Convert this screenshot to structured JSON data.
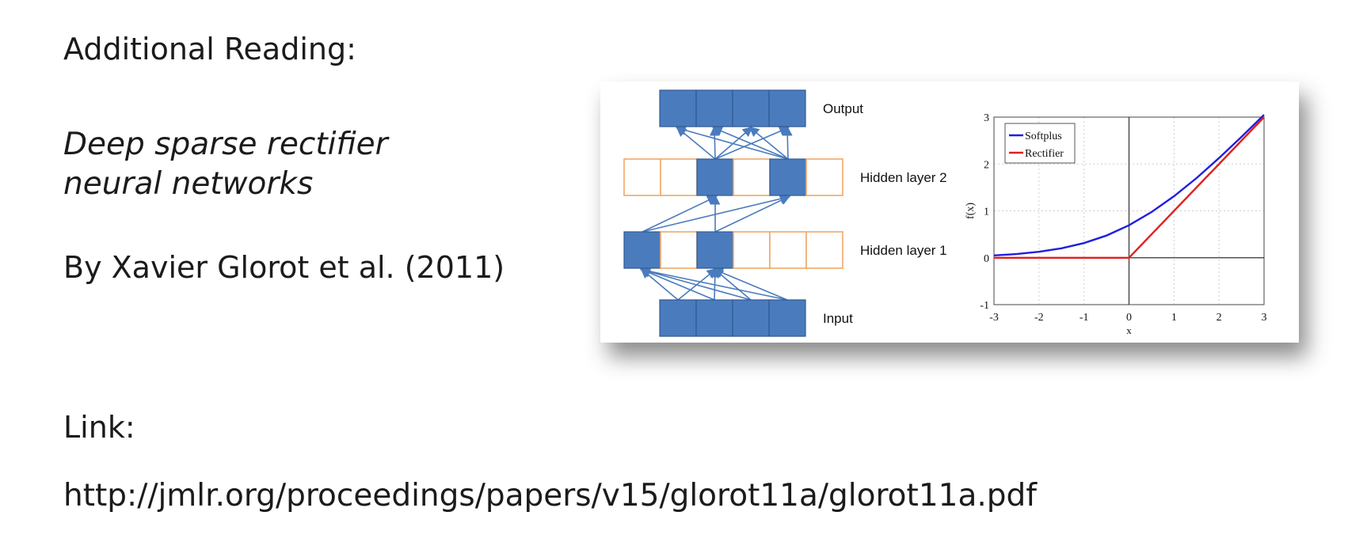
{
  "slide": {
    "heading": "Additional Reading:",
    "paper_title": "Deep sparse rectifier neural networks",
    "authors": "By Xavier Glorot et al. (2011)",
    "link_label": "Link:",
    "link_url": "http://jmlr.org/proceedings/papers/v15/glorot11a/glorot11a.pdf"
  },
  "network_diagram": {
    "layers": [
      {
        "label": "Output",
        "units": 4,
        "active": [
          0,
          1,
          2,
          3
        ]
      },
      {
        "label": "Hidden layer 2",
        "units": 6,
        "active": [
          2,
          4
        ]
      },
      {
        "label": "Hidden layer 1",
        "units": 6,
        "active": [
          0,
          2
        ]
      },
      {
        "label": "Input",
        "units": 4,
        "active": [
          0,
          1,
          2,
          3
        ]
      }
    ],
    "colors": {
      "active": "#4a7bbd",
      "inactive_border": "#f0a868",
      "arrow": "#4a7bbd"
    }
  },
  "chart_data": {
    "type": "line",
    "xlabel": "x",
    "ylabel": "f(x)",
    "xlim": [
      -3,
      3
    ],
    "ylim": [
      -1,
      3
    ],
    "xticks": [
      "-3",
      "-2",
      "-1",
      "0",
      "1",
      "2",
      "3"
    ],
    "yticks": [
      "-1",
      "0",
      "1",
      "2",
      "3"
    ],
    "grid": true,
    "legend_position": "top-left",
    "series": [
      {
        "name": "Softplus",
        "color": "#1f1fe0",
        "x": [
          -3,
          -2.5,
          -2,
          -1.5,
          -1,
          -0.5,
          0,
          0.5,
          1,
          1.5,
          2,
          2.5,
          3
        ],
        "y": [
          0.049,
          0.079,
          0.127,
          0.201,
          0.313,
          0.474,
          0.693,
          0.974,
          1.313,
          1.701,
          2.127,
          2.579,
          3.049
        ]
      },
      {
        "name": "Rectifier",
        "color": "#e02020",
        "x": [
          -3,
          0,
          3
        ],
        "y": [
          0,
          0,
          3
        ]
      }
    ]
  }
}
